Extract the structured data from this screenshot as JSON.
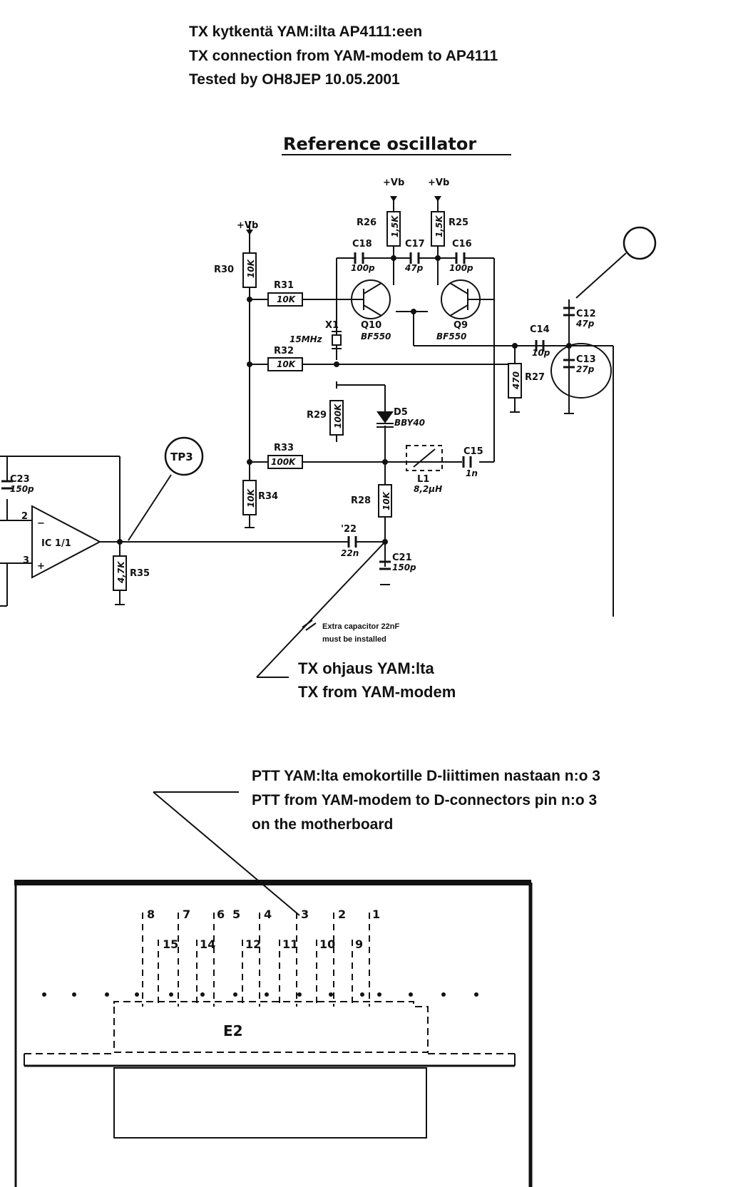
{
  "header": {
    "line1": "TX kytkentä YAM:ilta AP4111:een",
    "line2": "TX connection from YAM-modem to AP4111",
    "line3": "Tested by OH8JEP 10.05.2001"
  },
  "schematic": {
    "title": "Reference oscillator",
    "supply": "+Vb",
    "labels": {
      "R26": "R26",
      "R25": "R25",
      "R30": "R30",
      "R31": "R31",
      "R32": "R32",
      "R33": "R33",
      "R34": "R34",
      "R29": "R29",
      "R28": "R28",
      "R27": "R27",
      "R35": "R35",
      "C18": "C18",
      "C17": "C17",
      "C16": "C16",
      "C14": "C14",
      "C12": "C12",
      "C13": "C13",
      "C15": "C15",
      "C21": "C21",
      "C22": "'22",
      "C23": "C23",
      "X1": "X1",
      "Q10": "Q10",
      "Q9": "Q9",
      "D5": "D5",
      "L1": "L1",
      "IC": "IC 1/1",
      "TP3": "TP3"
    },
    "values": {
      "R26": "1,5K",
      "R25": "1,5K",
      "R30": "10K",
      "R31": "10K",
      "R32": "10K",
      "R33": "100K",
      "R34": "10K",
      "R29": "100K",
      "R28": "10K",
      "R27": "470",
      "R35": "4,7K",
      "C18": "100p",
      "C17": "47p",
      "C16": "100p",
      "C14": "10p",
      "C12": "47p",
      "C13": "27p",
      "C15": "1n",
      "C21": "150p",
      "C22": "22n",
      "C23": "150p",
      "X1": "15MHz",
      "Q10": "BF550",
      "Q9": "BF550",
      "D5": "BBY40",
      "L1": "8,2µH"
    }
  },
  "notes": {
    "extra_line1": "Extra capacitor 22nF",
    "extra_line2": "must be installed",
    "tx_line1": "TX ohjaus YAM:lta",
    "tx_line2": "TX from YAM-modem",
    "ptt_line1": "PTT  YAM:lta emokortille D-liittimen nastaan n:o 3",
    "ptt_line2": "PTT from YAM-modem to D-connectors pin n:o 3",
    "ptt_line3": "on the motherboard"
  },
  "connector": {
    "label": "E2",
    "pins": [
      "8",
      "7",
      "6",
      "5",
      "4",
      "3",
      "2",
      "1",
      "15",
      "14",
      "12",
      "11",
      "10",
      "9"
    ]
  }
}
